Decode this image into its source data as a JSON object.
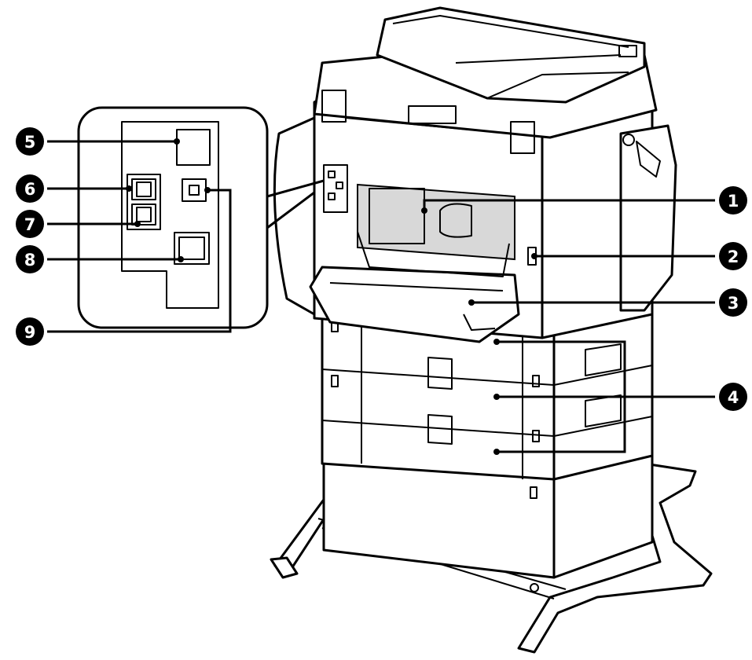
{
  "callouts": [
    {
      "id": "c1",
      "number": "1"
    },
    {
      "id": "c2",
      "number": "2"
    },
    {
      "id": "c3",
      "number": "3"
    },
    {
      "id": "c4",
      "number": "4"
    },
    {
      "id": "c5",
      "number": "5"
    },
    {
      "id": "c6",
      "number": "6"
    },
    {
      "id": "c7",
      "number": "7"
    },
    {
      "id": "c8",
      "number": "8"
    },
    {
      "id": "c9",
      "number": "9"
    }
  ],
  "colors": {
    "ink": "#000000",
    "paper": "#ffffff",
    "shade": "#d8d8d8"
  }
}
